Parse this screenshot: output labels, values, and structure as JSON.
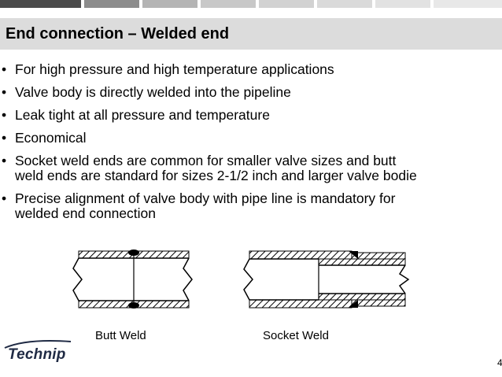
{
  "slide": {
    "title": "End connection – Welded end",
    "bullet_symbol": "•",
    "bullets": [
      "For high pressure and high temperature applications",
      "Valve body is directly welded into the pipeline",
      "Leak tight at all pressure and temperature",
      "Economical",
      "Socket weld ends are common for smaller valve sizes and butt weld ends are standard for sizes 2-1/2 inch and larger valve bodie",
      "Precise alignment of valve body with pipe line is mandatory for welded end connection"
    ],
    "bullet_lines": [
      [
        "For high pressure and high temperature applications"
      ],
      [
        "Valve body is directly welded into the pipeline"
      ],
      [
        "Leak tight at all pressure and temperature"
      ],
      [
        "Economical"
      ],
      [
        "Socket weld ends are common for smaller valve sizes and butt",
        "weld ends are standard for sizes 2-1/2 inch and larger valve bodie"
      ],
      [
        "Precise alignment of valve body with pipe line is mandatory for",
        "welded end connection"
      ]
    ]
  },
  "figures": {
    "butt_weld_caption": "Butt Weld",
    "socket_weld_caption": "Socket Weld"
  },
  "footer": {
    "logo_text": "Technip",
    "page_number": "4"
  },
  "colors": {
    "title_bar": "#dcdcdc",
    "top_segments": [
      "#4a4a4a",
      "#8c8c8c",
      "#b4b4b4",
      "#c8c8c8",
      "#d2d2d2",
      "#dadada",
      "#e2e2e2",
      "#e8e8e8"
    ],
    "logo": "#1f2a44"
  }
}
